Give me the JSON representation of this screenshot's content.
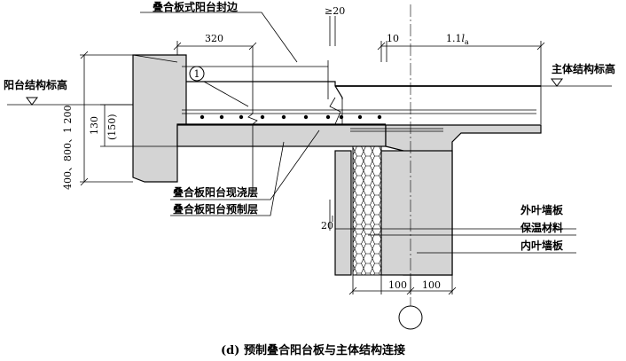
{
  "labels": {
    "balcony_edge": "叠合板式阳台封边",
    "balcony_elevation": "阳台结构标高",
    "main_elevation": "主体结构标高",
    "cast_layer": "叠合板阳台现浇层",
    "precast_layer": "叠合板阳台预制层",
    "outer_wall": "外叶墙板",
    "insulation": "保温材料",
    "inner_wall": "内叶墙板",
    "callout": "1"
  },
  "dimensions": {
    "d320": "320",
    "d_ge20": "≥20",
    "d10": "10",
    "d11la_prefix": "1.1",
    "d11la_l": "l",
    "d11la_sub": "a",
    "d130": "130",
    "d150": "(150)",
    "d_depth": "400、800、1 200",
    "d20": "20",
    "d100_left": "100",
    "d100_right": "100"
  },
  "caption": "(d) 预制叠合阳台板与主体结构连接",
  "colors": {
    "concrete": "#d4d4d4",
    "line": "#000000",
    "background": "#ffffff"
  }
}
